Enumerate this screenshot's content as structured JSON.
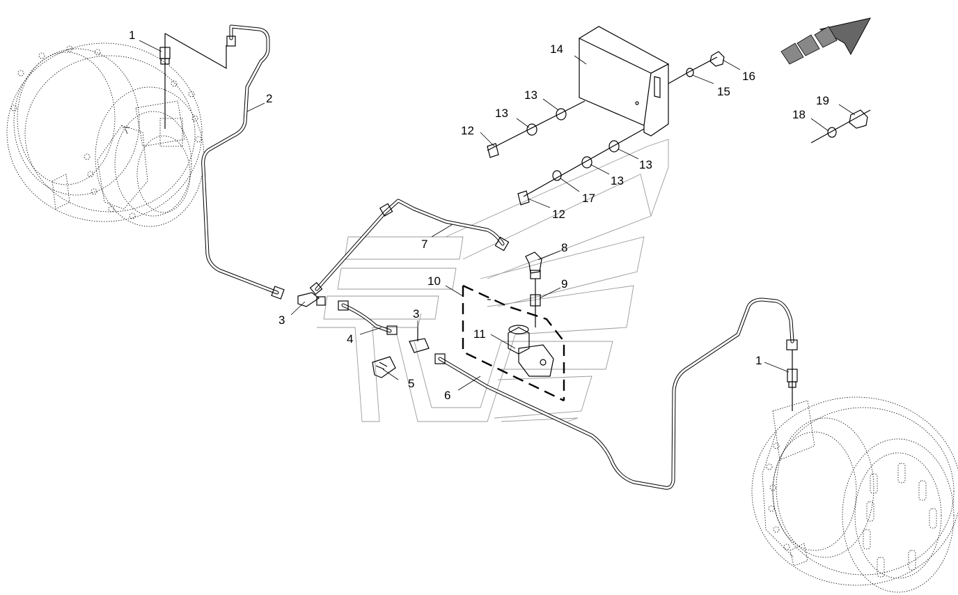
{
  "colors": {
    "line": "#000000",
    "ghost": "#999999",
    "hatch": "#555555",
    "background": "#ffffff"
  },
  "icons": [
    "direction-arrow-icon"
  ],
  "callouts": [
    {
      "id": "c1a",
      "text": "1"
    },
    {
      "id": "c1b",
      "text": "1"
    },
    {
      "id": "c2",
      "text": "2"
    },
    {
      "id": "c3a",
      "text": "3"
    },
    {
      "id": "c3b",
      "text": "3"
    },
    {
      "id": "c4",
      "text": "4"
    },
    {
      "id": "c5",
      "text": "5"
    },
    {
      "id": "c6",
      "text": "6"
    },
    {
      "id": "c7",
      "text": "7"
    },
    {
      "id": "c8",
      "text": "8"
    },
    {
      "id": "c9",
      "text": "9"
    },
    {
      "id": "c10",
      "text": "10"
    },
    {
      "id": "c11",
      "text": "11"
    },
    {
      "id": "c12a",
      "text": "12"
    },
    {
      "id": "c12b",
      "text": "12"
    },
    {
      "id": "c13a",
      "text": "13"
    },
    {
      "id": "c13b",
      "text": "13"
    },
    {
      "id": "c13c",
      "text": "13"
    },
    {
      "id": "c13d",
      "text": "13"
    },
    {
      "id": "c14",
      "text": "14"
    },
    {
      "id": "c15",
      "text": "15"
    },
    {
      "id": "c16",
      "text": "16"
    },
    {
      "id": "c17",
      "text": "17"
    },
    {
      "id": "c18",
      "text": "18"
    },
    {
      "id": "c19",
      "text": "19"
    }
  ]
}
